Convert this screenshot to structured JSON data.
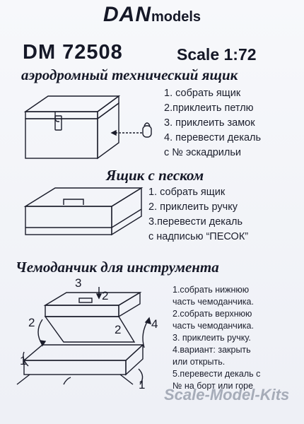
{
  "header": {
    "brand_main": "DAN",
    "brand_sub": "models",
    "code": "DM 72508",
    "scale": "Scale 1:72"
  },
  "sections": [
    {
      "title": "аэродромный технический ящик",
      "steps": [
        "1. собрать ящик",
        "2.приклеить петлю",
        "3. приклеить замок",
        "4. перевести декаль",
        "с № эскадрильи"
      ]
    },
    {
      "title": "Ящик с песком",
      "steps": [
        "1. собрать ящик",
        "2. приклеить ручку",
        "3.перевести декаль",
        "с надписью “ПЕСОК”"
      ]
    },
    {
      "title": "Чемоданчик для инструмента",
      "steps": [
        "1.собрать нижнюю",
        "часть чемоданчика.",
        "2.собрать верхнюю",
        "часть чемоданчика.",
        "3. приклеить ручку.",
        "4.вариант: закрыть",
        "или открыть.",
        "5.перевести декаль с",
        "№ на борт или горе"
      ]
    }
  ],
  "diagram_labels": {
    "n1": "1",
    "n2": "2",
    "n3": "3",
    "n4": "4"
  },
  "watermark": "Scale-Model-Kits"
}
